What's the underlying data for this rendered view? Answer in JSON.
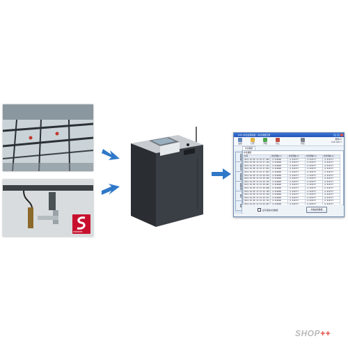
{
  "colors": {
    "arrow": "#2f78c8",
    "device_body": "#2e3338",
    "window_title": "#2456b8",
    "badge": "#c8102e",
    "logo_text": "#b9b9b9",
    "logo_accent": "#e04a44"
  },
  "brand_badge": {
    "icon": "s-logo-icon",
    "text": "wsfotek"
  },
  "window": {
    "title": "DZS 水位监测系统 - 水位测量记录",
    "toolbar": [
      {
        "icon": "settings-icon",
        "label": "设置"
      },
      {
        "icon": "open-icon",
        "label": "打开"
      },
      {
        "icon": "play-icon",
        "label": "开始"
      },
      {
        "icon": "stop-icon",
        "label": "停止"
      },
      {
        "icon": "pen-icon",
        "label": "标定"
      }
    ],
    "readout": {
      "line1": "量程(0)",
      "line2": "0.06 000 V"
    },
    "tabs": [
      "水位数据"
    ],
    "sidebar": [
      "参数设置",
      "测量记录",
      "数据处理",
      "数据查询",
      "报表",
      "帮助"
    ],
    "panel_title": "水位数据",
    "columns": [
      "时间",
      "水位测站(1)",
      "水位测站(2)",
      "水位测站(3)",
      "水位测站(4)"
    ],
    "rows": [
      [
        "2012-02-08 14:15:47.000",
        "-0.010000",
        "-0.010777",
        "-0.010777",
        "-0.010777"
      ],
      [
        "2012-02-08 14:15:47.210",
        "-0.010000",
        "-0.010777",
        "-0.010777",
        "-0.010777"
      ],
      [
        "2012-02-08 14:15:47.421",
        "-0.010000",
        "-0.010777",
        "-0.010777",
        "-0.010777"
      ],
      [
        "2012-02-08 14:15:47.632",
        "-0.010000",
        "-0.010777",
        "-0.010777",
        "-0.010777"
      ],
      [
        "2012-02-08 14:15:47.843",
        "-0.010000",
        "-0.010777",
        "-0.010777",
        "-0.010777"
      ],
      [
        "2012-02-08 14:15:48.054",
        "-0.010000",
        "-0.010777",
        "-0.010777",
        "-0.010777"
      ],
      [
        "2012-02-08 14:15:48.265",
        "-0.010000",
        "-0.010777",
        "-0.010777",
        "-0.010777"
      ],
      [
        "2012-02-08 14:15:48.476",
        "-0.010000",
        "-0.010777",
        "-0.010777",
        "-0.010777"
      ],
      [
        "2012-02-08 14:15:48.687",
        "-0.010000",
        "-0.010777",
        "-0.010777",
        "-0.010777"
      ],
      [
        "2012-02-08 14:15:48.898",
        "-0.010000",
        "-0.010777",
        "-0.010777",
        "-0.010777"
      ],
      [
        "2012-02-08 14:15:49.109",
        "-0.010000",
        "-0.010777",
        "-0.010777",
        "-0.010777"
      ],
      [
        "2012-02-08 14:15:49.320",
        "-0.010000",
        "-0.010777",
        "-0.010777",
        "-0.010777"
      ],
      [
        "2012-02-08 14:15:49.531",
        "-0.010000",
        "-0.010777",
        "-0.010777",
        "-0.010777"
      ],
      [
        "2012-02-08 14:15:49.742",
        "-0.010000",
        "-0.010777",
        "-0.010777",
        "-0.010777"
      ],
      [
        "2012-02-08 14:15:49.953",
        "-0.010000",
        "-0.010777",
        "-0.010777",
        "-0.010777"
      ],
      [
        "2012-02-08 14:15:50.164",
        "-0.010000",
        "-0.010777",
        "-0.010777",
        "-0.010777"
      ],
      [
        "2012-02-08 14:15:50.375",
        "-0.010000",
        "-0.010777",
        "-0.010777",
        "-0.010777"
      ]
    ],
    "checkbox_label": "显示采集水位数据",
    "button_label": "查看最新数据"
  },
  "logo": {
    "text": "SHOP",
    "accent": "++"
  }
}
